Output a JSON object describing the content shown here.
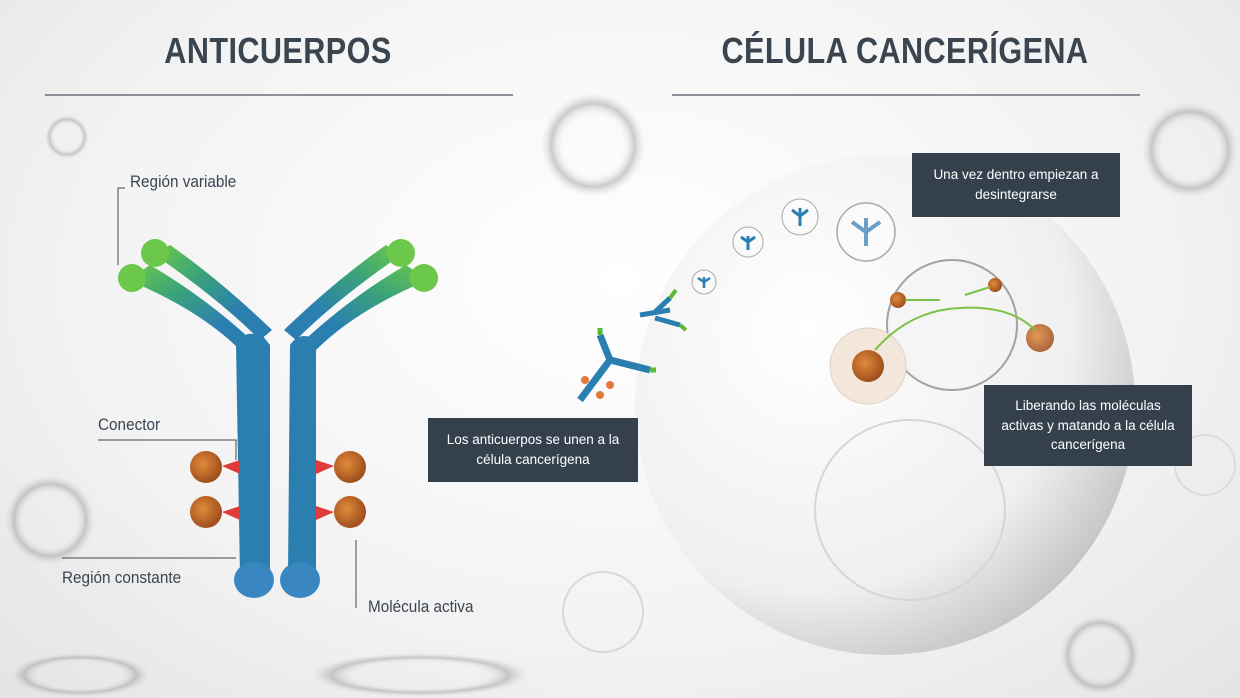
{
  "left_section": {
    "title": "ANTICUERPOS",
    "labels": {
      "variable_region": "Región variable",
      "connector": "Conector",
      "constant_region": "Región constante",
      "active_molecule": "Molécula activa"
    }
  },
  "right_section": {
    "title": "CÉLULA CANCERÍGENA",
    "steps": [
      {
        "text": "Los anticuerpos se unen a la célula cancerígena"
      },
      {
        "text": "Una vez dentro empiezan a desintegrarse"
      },
      {
        "text": "Liberando las moléculas activas y matando a la célula cancerígena"
      }
    ]
  },
  "colors": {
    "antibody_blue": "#2b7fb0",
    "antibody_green": "#5cb83a",
    "molecule_orange": "#c8692a",
    "connector_red": "#e03a3a",
    "box_bg": "#34404c",
    "title": "#3a4550"
  }
}
